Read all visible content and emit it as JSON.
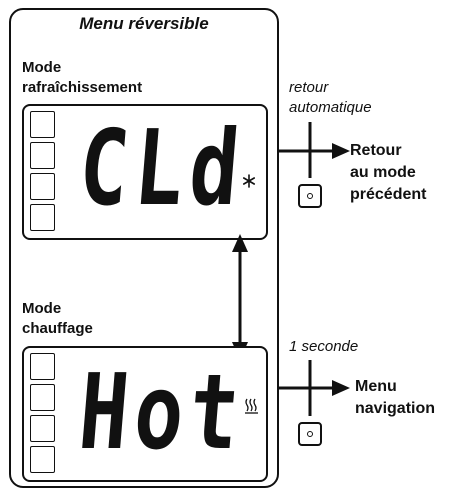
{
  "panel": {
    "title": "Menu réversible",
    "cooling": {
      "label_line1": "Mode",
      "label_line2": "rafraîchissement",
      "display": "CLd",
      "icon": "snowflake-icon"
    },
    "heating": {
      "label_line1": "Mode",
      "label_line2": "chauffage",
      "display": "Hot",
      "icon": "heat-waves-icon"
    }
  },
  "cooling_action": {
    "trigger_line1": "retour",
    "trigger_line2": "automatique",
    "result_line1": "Retour",
    "result_line2": "au mode",
    "result_line3": "précédent"
  },
  "heating_action": {
    "trigger": "1 seconde",
    "result_line1": "Menu",
    "result_line2": "navigation"
  }
}
